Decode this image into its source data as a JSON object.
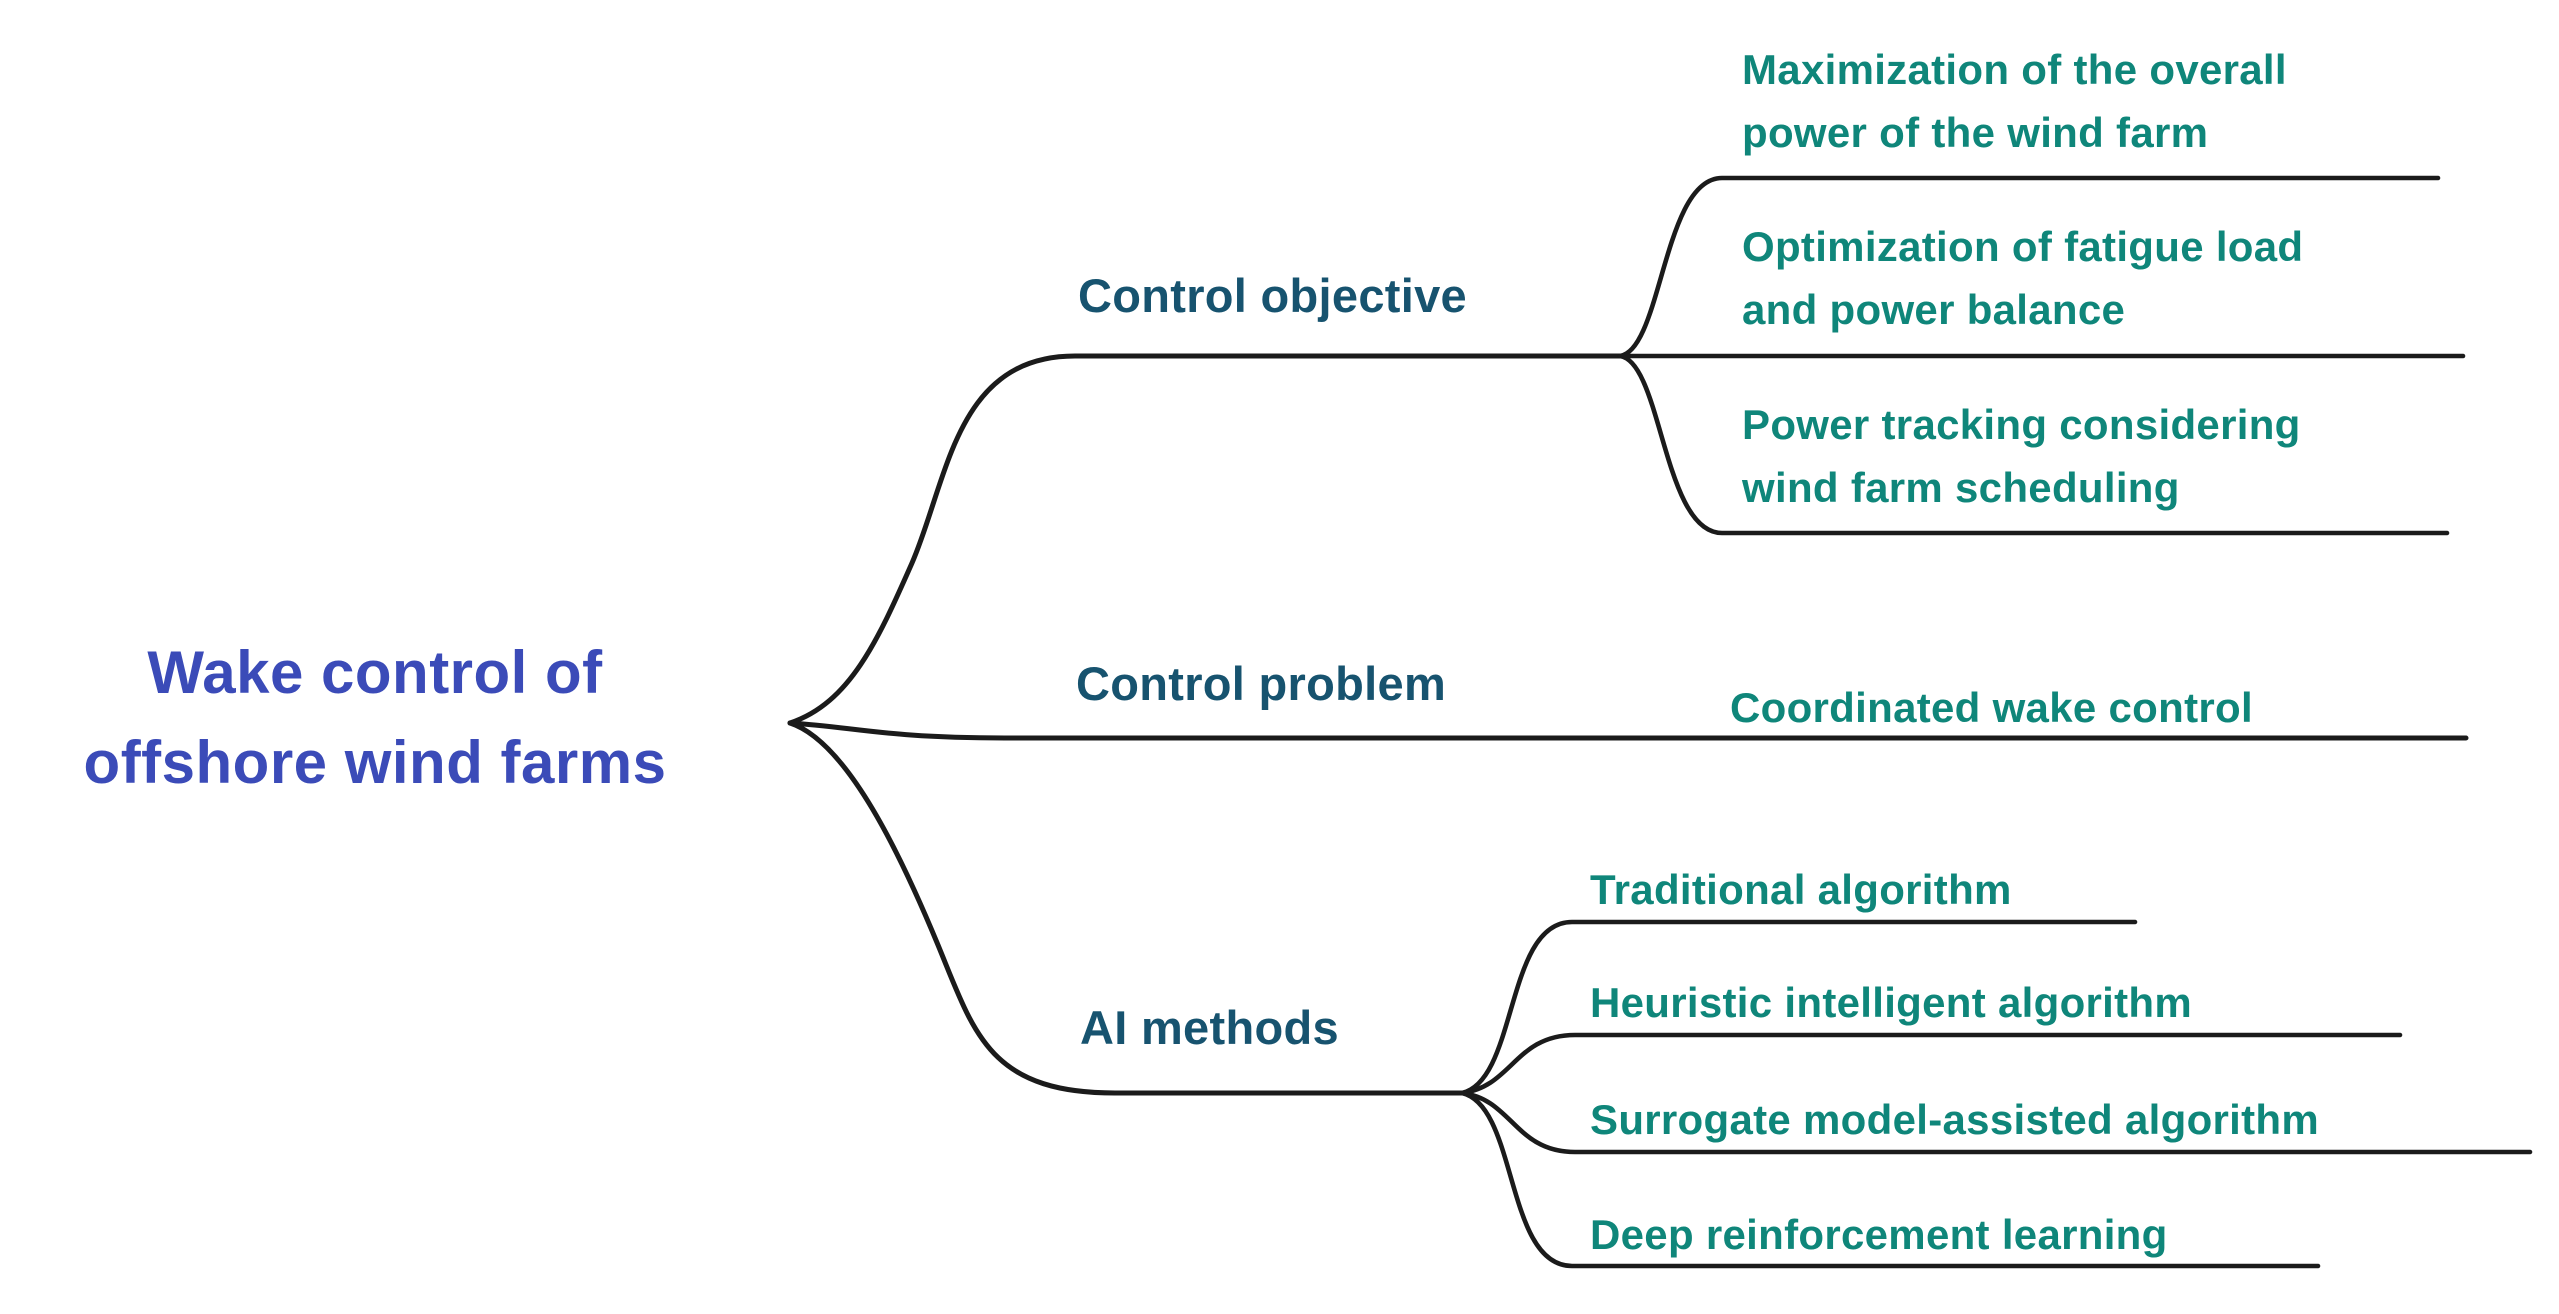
{
  "palette": {
    "root": "#3B4BB8",
    "branch": "#17536F",
    "leaf": "#0F867A",
    "line": "#1B1B1B",
    "bg": "#FFFFFF"
  },
  "root": {
    "lines": [
      "Wake control of",
      "offshore wind farms"
    ]
  },
  "branches": [
    {
      "label": "Control objective",
      "children": [
        {
          "lines": [
            "Maximization of the overall",
            "power of the wind farm"
          ]
        },
        {
          "lines": [
            "Optimization of fatigue load",
            "and power balance"
          ]
        },
        {
          "lines": [
            "Power tracking considering",
            "wind farm scheduling"
          ]
        }
      ]
    },
    {
      "label": "Control problem",
      "children": [
        {
          "lines": [
            "Coordinated wake control"
          ]
        }
      ]
    },
    {
      "label": "AI methods",
      "children": [
        {
          "lines": [
            "Traditional algorithm"
          ]
        },
        {
          "lines": [
            "Heuristic intelligent algorithm"
          ]
        },
        {
          "lines": [
            "Surrogate model-assisted algorithm"
          ]
        },
        {
          "lines": [
            "Deep reinforcement learning"
          ]
        }
      ]
    }
  ]
}
